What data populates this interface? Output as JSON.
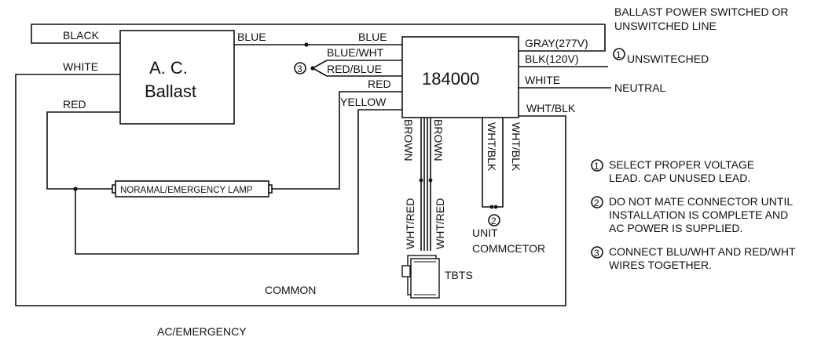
{
  "ballast": {
    "line1": "A. C.",
    "line2": "Ballast"
  },
  "unit": {
    "name": "184000"
  },
  "lamp": {
    "label": "NORAMAL/EMERGENCY LAMP"
  },
  "wires": {
    "black": "BLACK",
    "white": "WHITE",
    "red_left": "RED",
    "blue_left": "BLUE",
    "blue_right": "BLUE",
    "blue_wht": "BLUE/WHT",
    "red_blue": "RED/BLUE",
    "red_right": "RED",
    "yellow": "YELLOW",
    "gray": "GRAY(277V)",
    "blk120": "BLK(120V)",
    "white_right": "WHITE",
    "wht_blk_right": "WHT/BLK",
    "brown1": "BROWN",
    "brown2": "BROWN",
    "wht_red1": "WHT/RED",
    "wht_red2": "WHT/RED",
    "wht_blk_v1": "WHT/BLK",
    "wht_blk_v2": "WHT/BLK"
  },
  "labels": {
    "ballast_power_1": "BALLAST POWER SWITCHED OR",
    "ballast_power_2": "UNSWITCHED LINE",
    "unswitched": "UNSWITECHED",
    "neutral": "NEUTRAL",
    "unit_connector_1": "UNIT",
    "unit_connector_2": "COMMCETOR",
    "tbts": "TBTS",
    "common": "COMMON",
    "caption": "AC/EMERGENCY"
  },
  "markers": {
    "m1": "1",
    "m2": "2",
    "m3": "3"
  },
  "notes": [
    {
      "num": "1",
      "lines": [
        "SELECT PROPER VOLTAGE",
        "LEAD. CAP UNUSED LEAD."
      ]
    },
    {
      "num": "2",
      "lines": [
        "DO NOT MATE CONNECTOR UNTIL",
        "INSTALLATION IS COMPLETE AND",
        "AC POWER IS SUPPLIED."
      ]
    },
    {
      "num": "3",
      "lines": [
        "CONNECT BLU/WHT AND RED/WHT",
        "WIRES TOGETHER."
      ]
    }
  ]
}
